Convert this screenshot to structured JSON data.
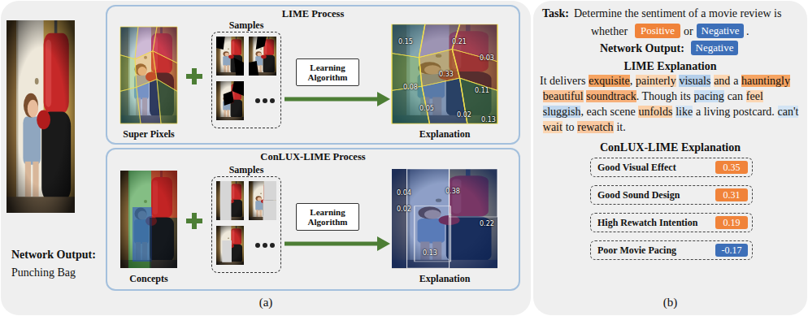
{
  "diagram": {
    "nodes": [
      {
        "text": [
          "(a)"
        ]
      },
      {
        "text": [
          "LIME Process"
        ],
        "in": 0
      },
      {
        "text": [
          "Super Pixels"
        ],
        "in": 1
      },
      {
        "text": [
          "Samples"
        ],
        "in": 1
      },
      {
        "text": [
          "Learning Algorithm"
        ],
        "in": 1
      },
      {
        "text": [
          "Explanation"
        ],
        "in": 1
      },
      {
        "text": [
          "ConLUX-LIME Process"
        ],
        "in": 0
      },
      {
        "text": [
          "Concepts"
        ],
        "in": 6
      },
      {
        "text": [
          "Samples"
        ],
        "in": 6
      },
      {
        "text": [
          "Learning Algorithm"
        ],
        "in": 6
      },
      {
        "text": [
          "Explanation"
        ],
        "in": 6
      },
      {
        "text": [
          "(b)"
        ]
      },
      {
        "text": [
          "Positive"
        ],
        "in": 11
      },
      {
        "text": [
          "Negative"
        ],
        "in": 11
      },
      {
        "text": [
          "Negative"
        ],
        "in": 11
      },
      {
        "text": [
          "Good Visual Effect"
        ],
        "in": 11
      },
      {
        "text": [
          "0.35"
        ],
        "in": 15
      },
      {
        "text": [
          "Good Sound Design"
        ],
        "in": 11
      },
      {
        "text": [
          "0.31"
        ],
        "in": 17
      },
      {
        "text": [
          "High Rewatch Intention"
        ],
        "in": 11
      },
      {
        "text": [
          "0.19"
        ],
        "in": 19
      },
      {
        "text": [
          "Poor Movie Pacing"
        ],
        "in": 11
      },
      {
        "text": [
          "-0.17"
        ],
        "in": 21
      }
    ],
    "edges": [
      {
        "from": 3,
        "to": 5,
        "arrow": "to"
      },
      {
        "from": 8,
        "to": 10,
        "arrow": "to"
      }
    ],
    "labels": [
      "Network Output:",
      "Punching Bag",
      "0.15",
      "0.21",
      "0.03",
      "0.33",
      "0.08",
      "0.11",
      "0.05",
      "0.02",
      "0.13",
      "0.04",
      "0.02",
      "0.38",
      "0.22",
      "0.13",
      "Task:",
      "Determine the sentiment of a movie review is",
      "whether",
      "or",
      ".",
      "Network Output:",
      "LIME Explanation",
      "It delivers",
      "exquisite",
      ",",
      "painterly",
      "visuals",
      "and",
      "a",
      "hauntingly",
      "beautiful",
      "soundtrack",
      ". Though its",
      "pacing",
      "can",
      "feel",
      "sluggish",
      ", each scene",
      "unfolds",
      "like",
      "a living postcard.",
      "can't",
      "wait",
      "to",
      "rewatch",
      "it.",
      "ConLUX-LIME Explanation"
    ]
  }
}
